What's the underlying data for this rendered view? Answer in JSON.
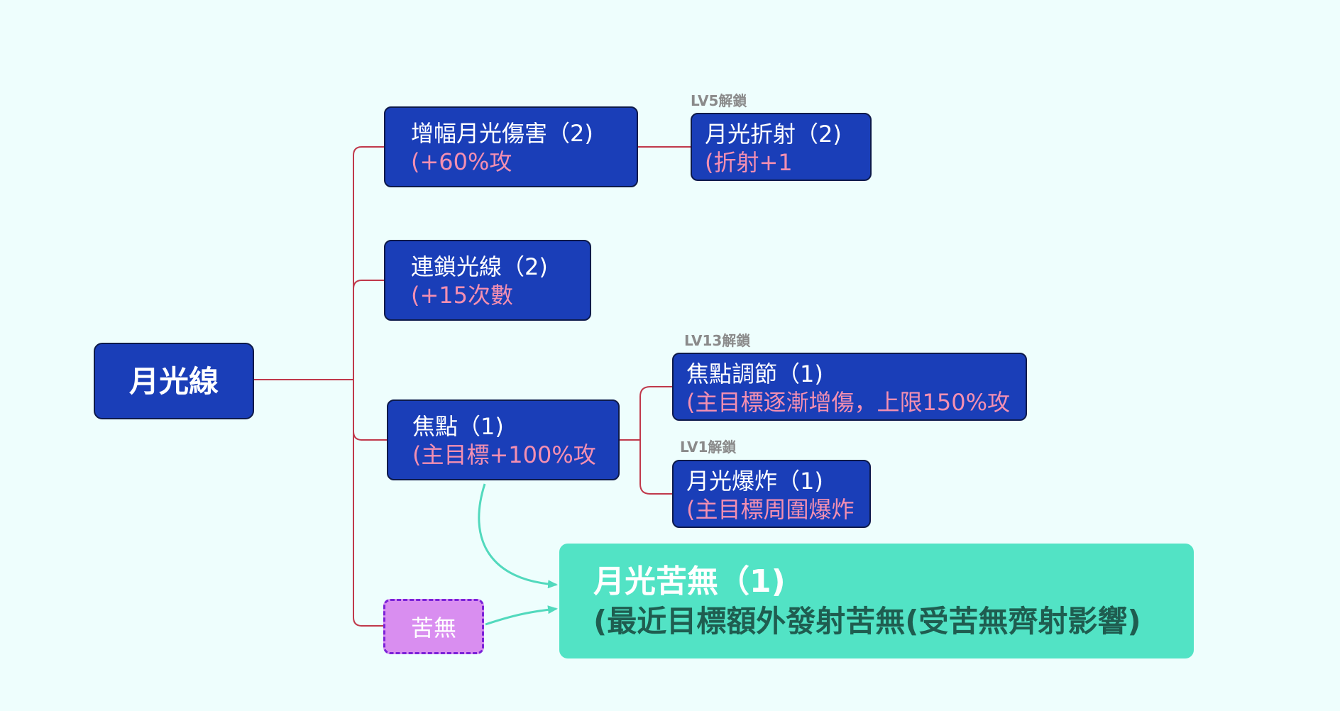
{
  "root": {
    "label": "月光線"
  },
  "nodes": {
    "amplify": {
      "title": "增幅月光傷害（2)",
      "desc": "(+60%攻"
    },
    "refract": {
      "title": "月光折射（2)",
      "desc": "(折射+1",
      "unlock": "LV5解鎖"
    },
    "chain": {
      "title": "連鎖光線（2)",
      "desc": "(+15次數"
    },
    "focus": {
      "title": "焦點（1)",
      "desc": "(主目標+100%攻"
    },
    "focus_adjust": {
      "title": "焦點調節（1)",
      "desc": "(主目標逐漸增傷，上限150%攻",
      "unlock": "LV13解鎖"
    },
    "explode": {
      "title": "月光爆炸（1)",
      "desc": "(主目標周圍爆炸",
      "unlock": "LV1解鎖"
    }
  },
  "kunai": {
    "label": "苦無"
  },
  "combo": {
    "title": "月光苦無（1)",
    "desc": "(最近目標額外發射苦無(受苦無齊射影響)"
  },
  "colors": {
    "background": "#eefefd",
    "node_fill": "#1a3eb8",
    "node_desc_text": "#f48fb1",
    "tree_line": "#c0394b",
    "combo_fill": "#52e3c5",
    "combo_arrow": "#52d9bd",
    "kunai_fill": "#d98ef0",
    "kunai_border": "#7b22d8",
    "unlock_text": "#8a8a8a"
  }
}
